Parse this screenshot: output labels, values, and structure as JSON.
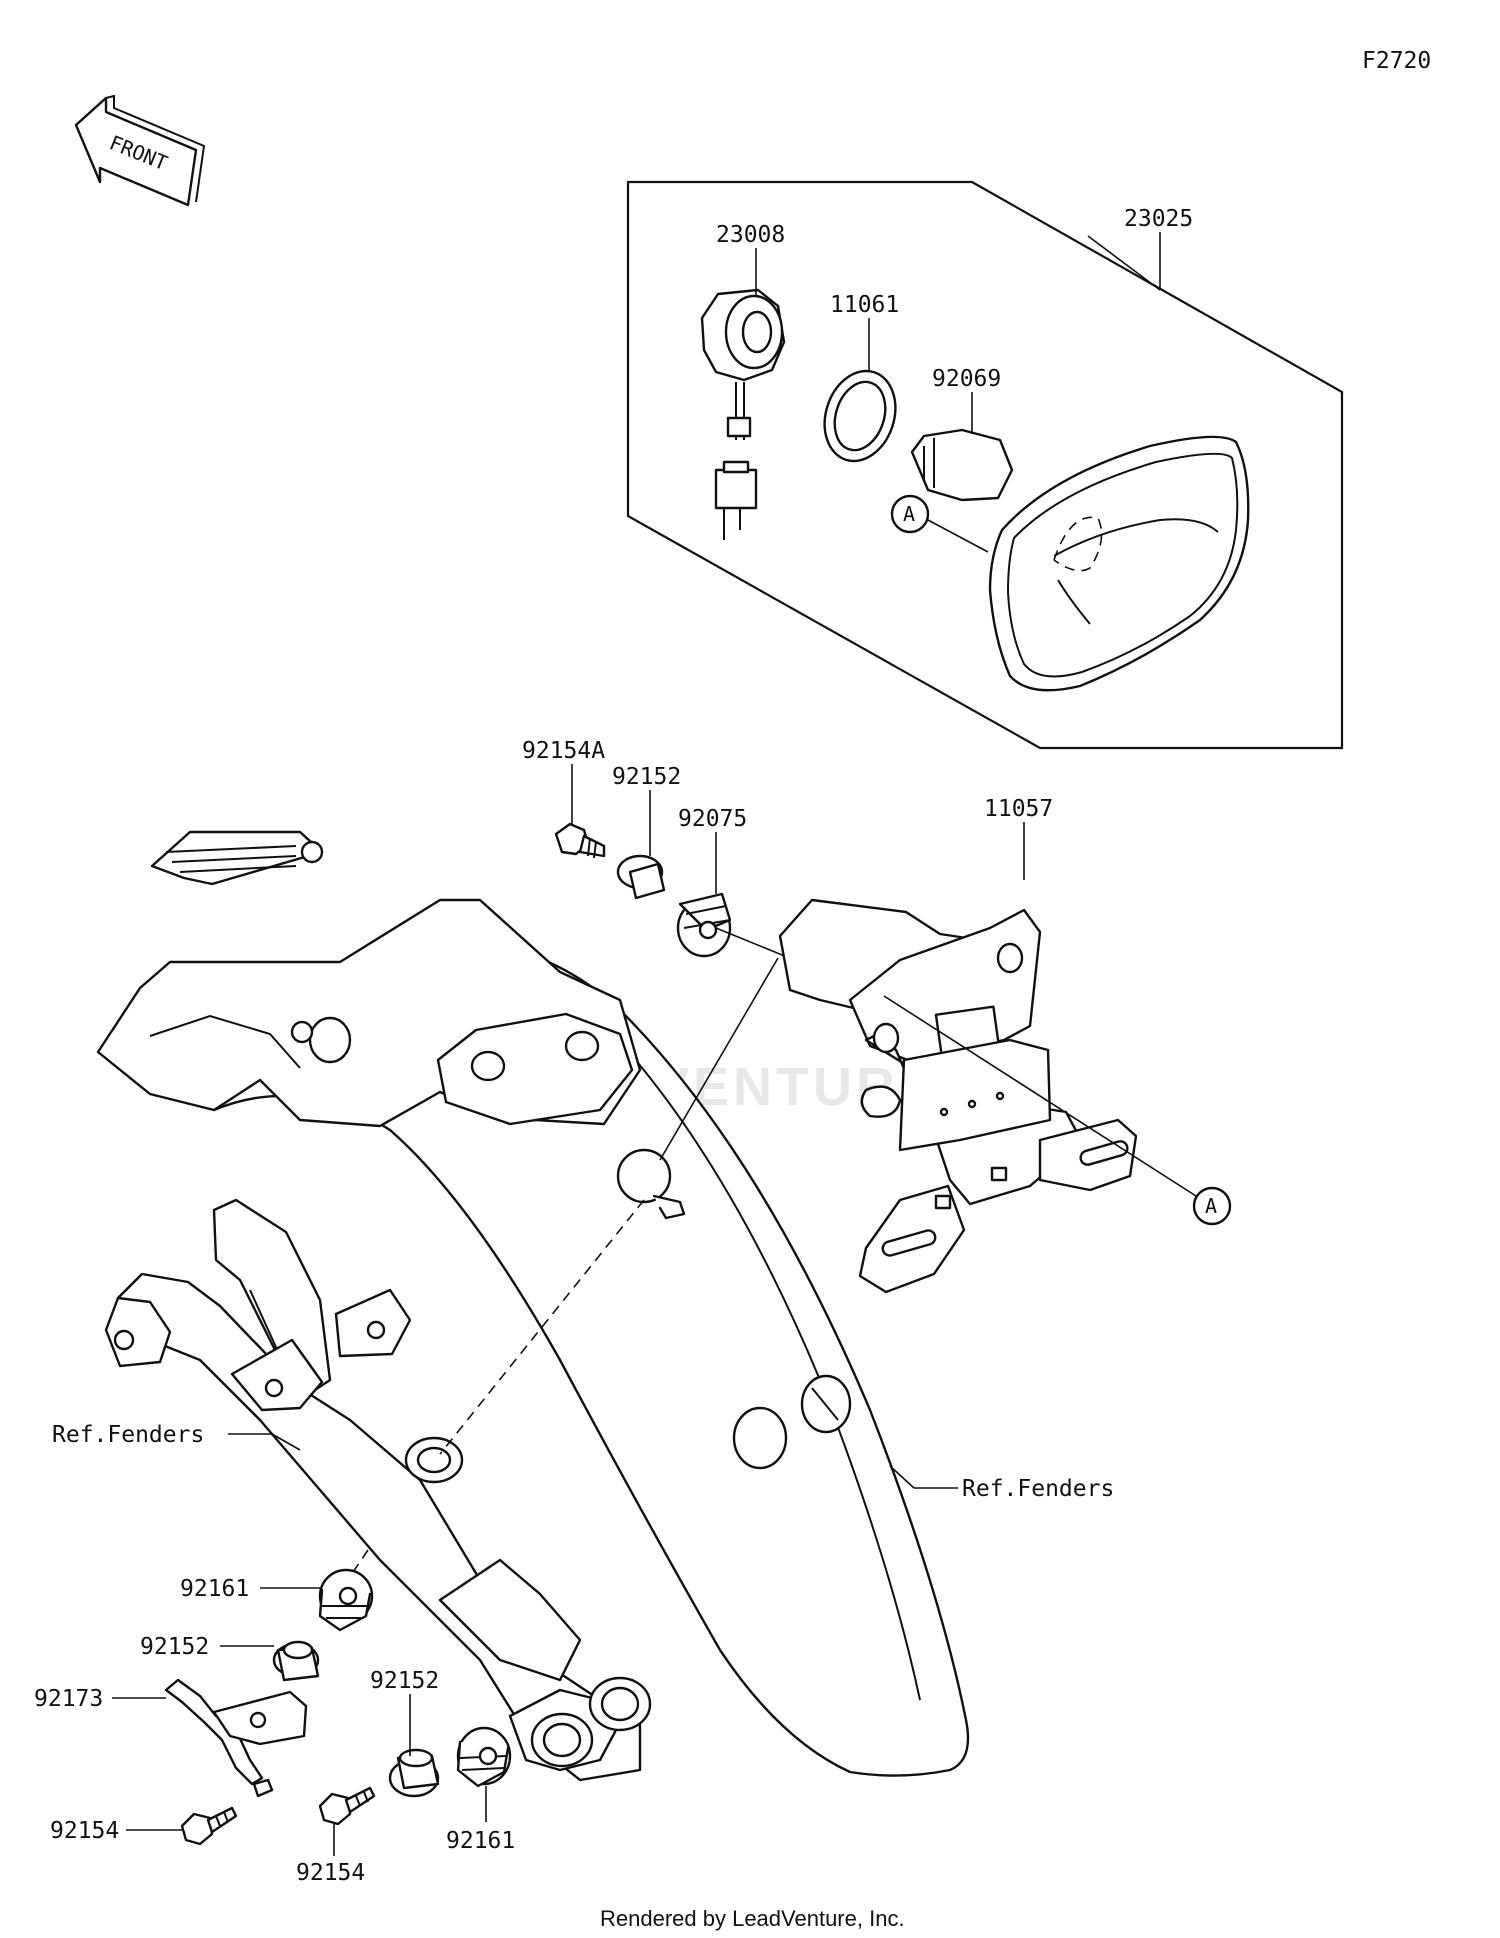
{
  "diagram_code": "F2720",
  "front_label": "FRONT",
  "watermark": "LEADVENTURE",
  "footer": "Rendered by LeadVenture, Inc.",
  "callout_marker": "A",
  "parts": {
    "p23025": "23025",
    "p23008": "23008",
    "p11061": "11061",
    "p92069": "92069",
    "p92154a": "92154A",
    "p92152_top": "92152",
    "p92075": "92075",
    "p11057": "11057",
    "ref_fenders_left": "Ref.Fenders",
    "ref_fenders_right": "Ref.Fenders",
    "p92161_left": "92161",
    "p92152_left": "92152",
    "p92173": "92173",
    "p92154_left": "92154",
    "p92152_bottom": "92152",
    "p92154_bottom": "92154",
    "p92161_bottom": "92161"
  }
}
